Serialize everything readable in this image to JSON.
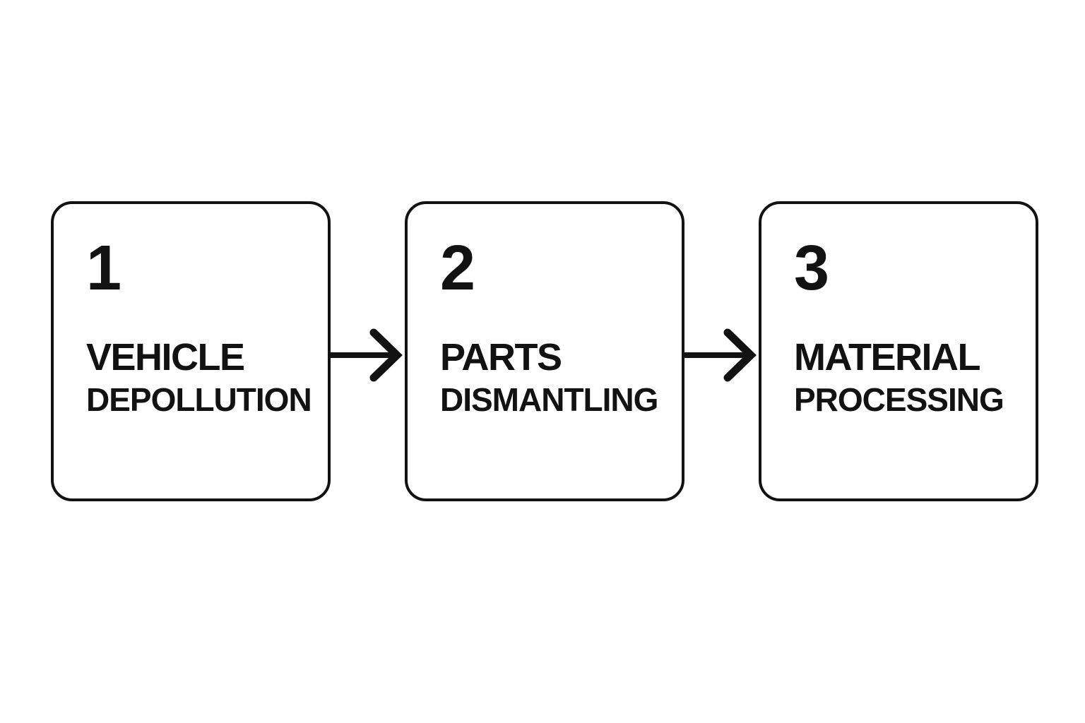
{
  "diagram": {
    "type": "process-flow",
    "direction": "left-to-right",
    "steps": [
      {
        "number": "1",
        "line1": "VEHICLE",
        "line2": "DEPOLLUTION"
      },
      {
        "number": "2",
        "line1": "PARTS",
        "line2": "DISMANTLING"
      },
      {
        "number": "3",
        "line1": "MATERIAL",
        "line2": "PROCESSING"
      }
    ],
    "connectors": [
      {
        "from": "1",
        "to": "2",
        "icon": "arrow-right-icon"
      },
      {
        "from": "2",
        "to": "3",
        "icon": "arrow-right-icon"
      }
    ]
  },
  "colors": {
    "foreground": "#121212",
    "background": "#ffffff"
  }
}
